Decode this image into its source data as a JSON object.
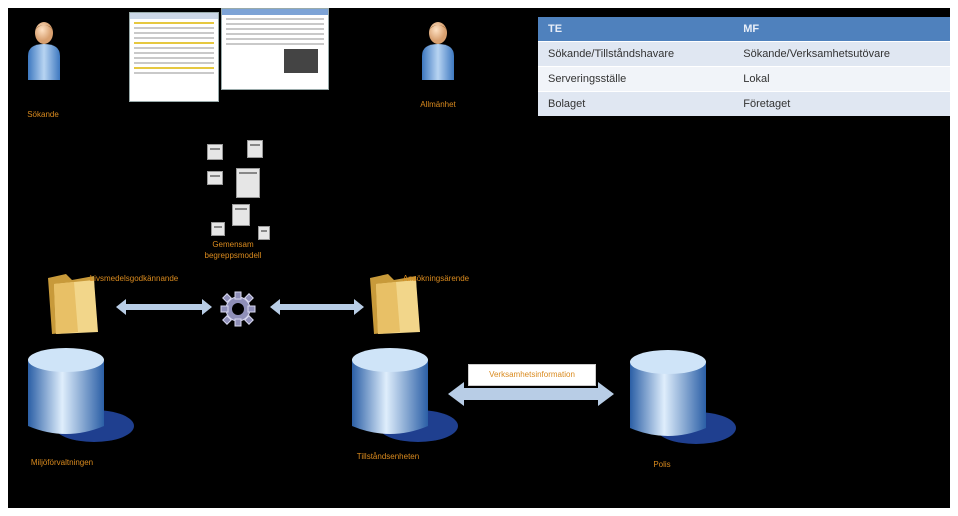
{
  "actors": {
    "applicant": "Sökande",
    "public": "Allmänhet"
  },
  "concept_model": {
    "label_line1": "Gemensam",
    "label_line2": "begreppsmodell"
  },
  "folders": {
    "left": "Livsmedelsgodkännande",
    "right": "Ansökningsärende"
  },
  "databases": {
    "left": "Miljöförvaltningen",
    "middle": "Tillståndsenheten",
    "right": "Polis"
  },
  "exchange_label": "Verksamhetsinformation",
  "term_table": {
    "headers": [
      "TE",
      "MF"
    ],
    "rows": [
      [
        "Sökande/Tillståndshavare",
        "Sökande/Verksamhetsutövare"
      ],
      [
        "Serveringsställe",
        "Lokal"
      ],
      [
        "Bolaget",
        "Företaget"
      ]
    ]
  },
  "colors": {
    "background": "#000000",
    "label": "#d98a1e",
    "table_header": "#4f81bd",
    "arrow": "#b8cde6",
    "db_blue": "#2b5fa6"
  }
}
